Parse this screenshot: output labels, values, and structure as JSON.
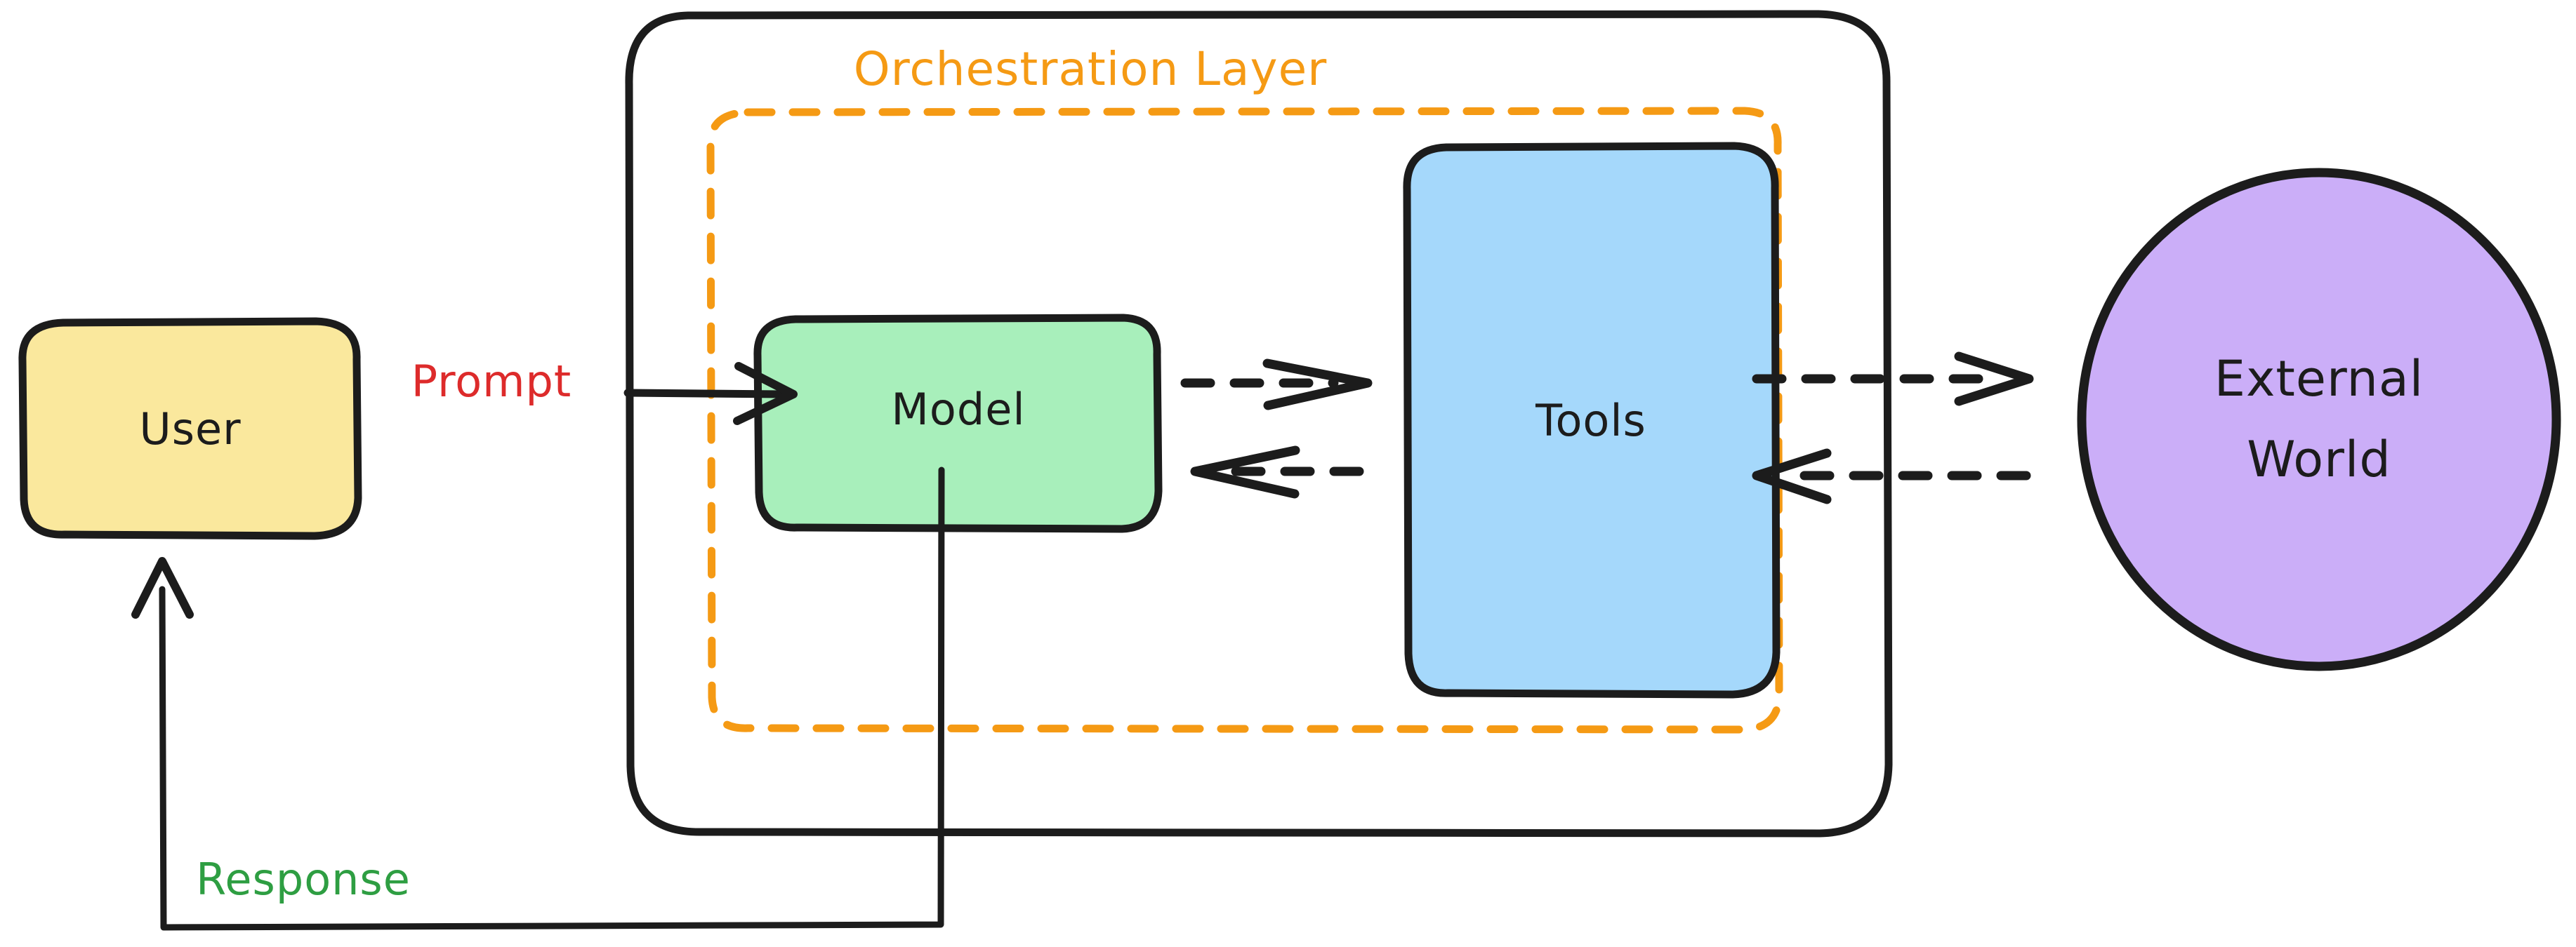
{
  "diagram": {
    "title": "Orchestration Layer",
    "background": "#ffffff",
    "stroke_color": "#1c1c1c",
    "groups": [
      {
        "id": "outer-container",
        "label": "",
        "shape": "rounded-rect",
        "fill": "#ffffff",
        "stroke": "#1c1c1c"
      },
      {
        "id": "orchestration-layer",
        "label": "Orchestration Layer",
        "shape": "dashed-rounded-rect",
        "fill": "none",
        "stroke": "#f59a14",
        "label_color": "#f59a14"
      }
    ],
    "nodes": [
      {
        "id": "user",
        "label": "User",
        "shape": "rounded-rect",
        "fill": "#fae89d",
        "stroke": "#1c1c1c",
        "text_color": "#1c1c1c"
      },
      {
        "id": "model",
        "label": "Model",
        "shape": "rounded-rect",
        "fill": "#a8efbb",
        "stroke": "#1c1c1c",
        "text_color": "#1c1c1c"
      },
      {
        "id": "tools",
        "label": "Tools",
        "shape": "rounded-rect",
        "fill": "#a5d8fb",
        "stroke": "#1c1c1c",
        "text_color": "#1c1c1c"
      },
      {
        "id": "external-world",
        "label_line1": "External",
        "label_line2": "World",
        "label": "External World",
        "shape": "circle",
        "fill": "#cbaef8",
        "stroke": "#1c1c1c",
        "text_color": "#1c1c1c"
      }
    ],
    "edges": [
      {
        "id": "prompt",
        "from": "user",
        "to": "model",
        "label": "Prompt",
        "label_color": "#dd2b2b",
        "style": "solid",
        "arrow": "end"
      },
      {
        "id": "response",
        "from": "model",
        "to": "user",
        "label": "Response",
        "label_color": "#2e9e42",
        "style": "solid",
        "arrow": "end"
      },
      {
        "id": "model-to-tools",
        "from": "model",
        "to": "tools",
        "label": "",
        "style": "dashed",
        "arrow": "end"
      },
      {
        "id": "tools-to-model",
        "from": "tools",
        "to": "model",
        "label": "",
        "style": "dashed",
        "arrow": "end"
      },
      {
        "id": "tools-to-external",
        "from": "tools",
        "to": "external-world",
        "label": "",
        "style": "dashed",
        "arrow": "end"
      },
      {
        "id": "external-to-tools",
        "from": "external-world",
        "to": "tools",
        "label": "",
        "style": "dashed",
        "arrow": "end"
      }
    ]
  }
}
